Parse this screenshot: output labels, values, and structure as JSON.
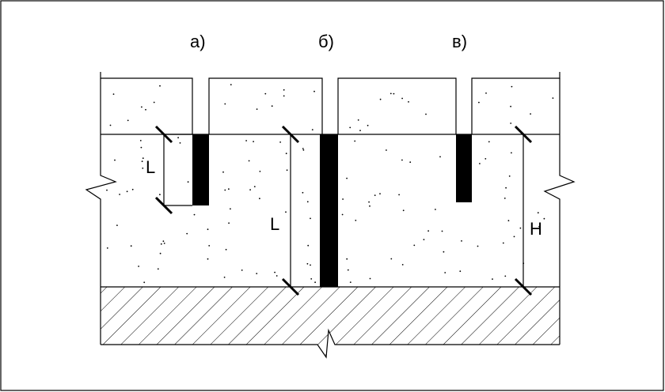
{
  "labels": {
    "variant_a": "а)",
    "variant_b": "б)",
    "variant_c": "в)",
    "dim_a": "L",
    "dim_b": "L",
    "dim_c": "H"
  },
  "colors": {
    "background": "#ffffff",
    "line": "#000000",
    "wall": "#000000"
  }
}
